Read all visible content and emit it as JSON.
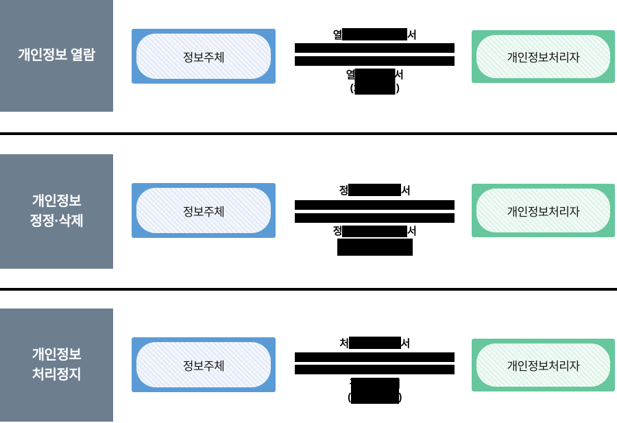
{
  "colors": {
    "category_bg": "#6d7e8f",
    "category_text": "#ffffff",
    "subject_border": "#5b9bd5",
    "subject_fill": "#f2f6fc",
    "processor_border": "#66c79c",
    "processor_fill": "#f0faf5",
    "redaction": "#000000",
    "divider": "#000000",
    "label_text": "#000000"
  },
  "rows": [
    {
      "category_line1": "개인정보 열람",
      "category_line2": "",
      "subject_label": "정보주체",
      "processor_label": "개인정보처리자",
      "request_label": {
        "start": "열",
        "end": "서"
      },
      "response_label": {
        "line1_start": "열",
        "line1_end": "서",
        "line2_start": "(1",
        "line2_end": ")"
      }
    },
    {
      "category_line1": "개인정보",
      "category_line2": "정정·삭제",
      "subject_label": "정보주체",
      "processor_label": "개인정보처리자",
      "request_label": {
        "start": "정",
        "end": "서"
      },
      "response_label": {
        "line1_start": "정",
        "line1_end": "서",
        "line2_start": "",
        "line2_end": ""
      }
    },
    {
      "category_line1": "개인정보",
      "category_line2": "처리정지",
      "subject_label": "정보주체",
      "processor_label": "개인정보처리자",
      "request_label": {
        "start": "처",
        "end": "서"
      },
      "response_label": {
        "line1_start": "결",
        "line1_end": "서",
        "line2_start": "(1",
        "line2_end": ")"
      }
    }
  ]
}
